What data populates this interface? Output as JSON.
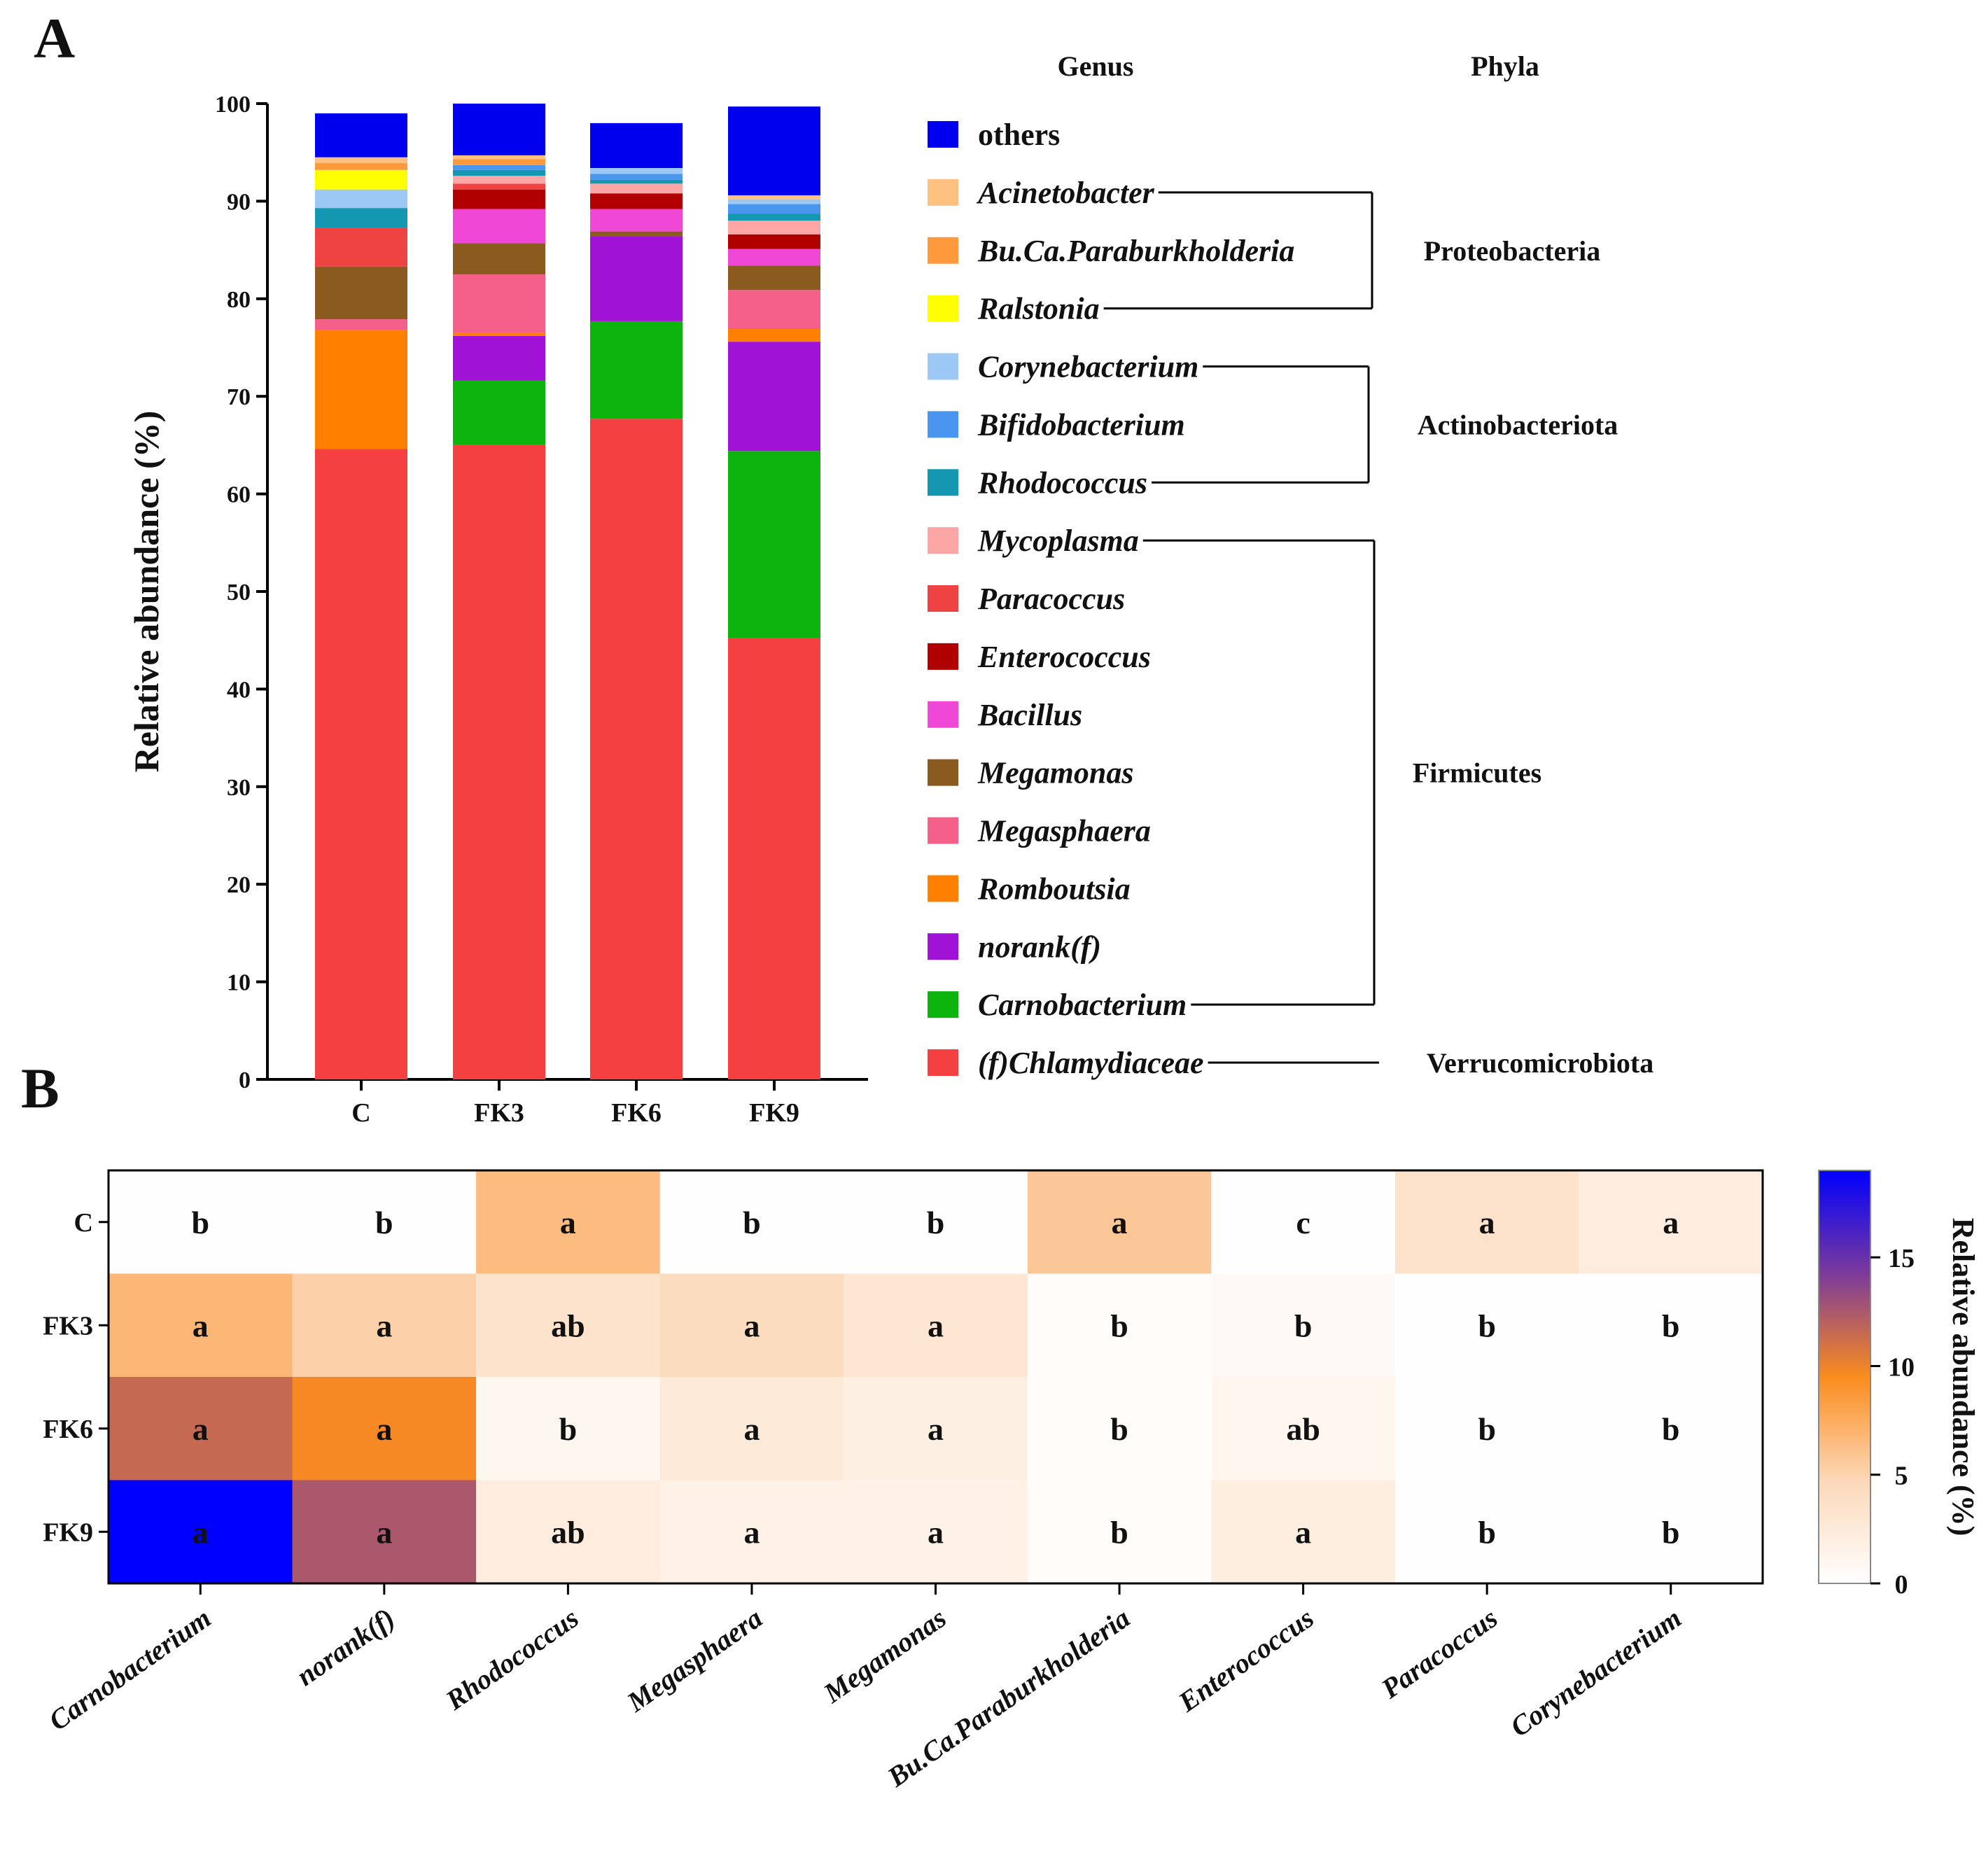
{
  "panels": {
    "a_label": "A",
    "b_label": "B"
  },
  "chart_data": [
    {
      "type": "bar",
      "stacked": true,
      "ylabel": "Relative abundance (%)",
      "ylim": [
        0,
        100
      ],
      "yticks": [
        0,
        10,
        20,
        30,
        40,
        50,
        60,
        70,
        80,
        90,
        100
      ],
      "categories": [
        "C",
        "FK3",
        "FK6",
        "FK9"
      ],
      "legend_title": "Genus",
      "groups_title": "Phyla",
      "series": [
        {
          "name": "(f)Chlamydiaceae",
          "italic": true,
          "color": "#f44040",
          "values": [
            64.6,
            65.0,
            67.7,
            45.2
          ]
        },
        {
          "name": "Carnobacterium",
          "italic": true,
          "color": "#0eb40e",
          "values": [
            0.0,
            6.6,
            10.0,
            19.2
          ]
        },
        {
          "name": "norank(f)",
          "italic": true,
          "color": "#a012d6",
          "values": [
            0.0,
            4.6,
            8.7,
            11.2
          ]
        },
        {
          "name": "Romboutsia",
          "italic": true,
          "color": "#ff7f00",
          "values": [
            12.2,
            0.3,
            0.0,
            1.3
          ]
        },
        {
          "name": "Megasphaera",
          "italic": true,
          "color": "#f5608a",
          "values": [
            1.1,
            6.0,
            0.0,
            4.0
          ]
        },
        {
          "name": "Megamonas",
          "italic": true,
          "color": "#8b5a1e",
          "values": [
            5.4,
            3.2,
            0.5,
            2.5
          ]
        },
        {
          "name": "Bacillus",
          "italic": true,
          "color": "#f048d6",
          "values": [
            0.0,
            3.5,
            2.3,
            1.7
          ]
        },
        {
          "name": "Enterococcus",
          "italic": true,
          "color": "#b00000",
          "values": [
            0.0,
            2.0,
            1.6,
            1.5
          ]
        },
        {
          "name": "Paracoccus",
          "italic": true,
          "color": "#ef4343",
          "values": [
            4.0,
            0.6,
            0.0,
            0.0
          ]
        },
        {
          "name": "Mycoplasma",
          "italic": true,
          "color": "#fca6a6",
          "values": [
            0.0,
            0.8,
            1.0,
            1.4
          ]
        },
        {
          "name": "Rhodococcus",
          "italic": true,
          "color": "#1497b0",
          "values": [
            2.0,
            0.6,
            0.4,
            0.7
          ]
        },
        {
          "name": "Bifidobacterium",
          "italic": true,
          "color": "#4a96ee",
          "values": [
            0.0,
            0.5,
            0.6,
            1.0
          ]
        },
        {
          "name": "Corynebacterium",
          "italic": true,
          "color": "#9cc8f5",
          "values": [
            1.9,
            0.0,
            0.6,
            0.5
          ]
        },
        {
          "name": "Ralstonia",
          "italic": true,
          "color": "#ffff00",
          "values": [
            2.0,
            0.0,
            0.0,
            0.0
          ]
        },
        {
          "name": "Bu.Ca.Paraburkholderia",
          "italic": true,
          "color": "#ff9a3c",
          "values": [
            0.7,
            0.6,
            0.0,
            0.0
          ]
        },
        {
          "name": "Acinetobacter",
          "italic": true,
          "color": "#ffc080",
          "values": [
            0.6,
            0.4,
            0.0,
            0.4
          ]
        },
        {
          "name": "others",
          "italic": false,
          "color": "#0000ee",
          "values": [
            4.5,
            5.3,
            4.6,
            9.1
          ]
        }
      ],
      "legend_order": [
        "others",
        "Acinetobacter",
        "Bu.Ca.Paraburkholderia",
        "Ralstonia",
        "Corynebacterium",
        "Bifidobacterium",
        "Rhodococcus",
        "Mycoplasma",
        "Paracoccus",
        "Enterococcus",
        "Bacillus",
        "Megamonas",
        "Megasphaera",
        "Romboutsia",
        "norank(f)",
        "Carnobacterium",
        "(f)Chlamydiaceae"
      ],
      "phyla": [
        {
          "name": "Proteobacteria",
          "members": [
            "Acinetobacter",
            "Bu.Ca.Paraburkholderia",
            "Ralstonia"
          ]
        },
        {
          "name": "Actinobacteriota",
          "members": [
            "Corynebacterium",
            "Bifidobacterium",
            "Rhodococcus"
          ]
        },
        {
          "name": "Firmicutes",
          "members": [
            "Mycoplasma",
            "Paracoccus",
            "Enterococcus",
            "Bacillus",
            "Megamonas",
            "Megasphaera",
            "Romboutsia",
            "norank(f)",
            "Carnobacterium"
          ]
        },
        {
          "name": "Verrucomicrobiota",
          "members": [
            "(f)Chlamydiaceae"
          ]
        }
      ]
    },
    {
      "type": "heatmap",
      "rows": [
        "C",
        "FK3",
        "FK6",
        "FK9"
      ],
      "columns": [
        "Carnobacterium",
        "norank(f)",
        "Rhodococcus",
        "Megasphaera",
        "Megamonas",
        "Bu.Ca.Paraburkholderia",
        "Enterococcus",
        "Paracoccus",
        "Corynebacterium"
      ],
      "values": [
        [
          0.1,
          0.1,
          6.5,
          0.1,
          0.1,
          5.8,
          0.1,
          3.5,
          2.2
        ],
        [
          6.8,
          5.2,
          3.4,
          4.3,
          3.0,
          0.4,
          0.7,
          0.1,
          0.1
        ],
        [
          11.5,
          9.7,
          1.0,
          2.6,
          1.9,
          0.4,
          1.1,
          0.1,
          0.1
        ],
        [
          19.0,
          12.5,
          2.2,
          1.6,
          1.7,
          0.4,
          2.1,
          0.1,
          0.1
        ]
      ],
      "letters": [
        [
          "b",
          "b",
          "a",
          "b",
          "b",
          "a",
          "c",
          "a",
          "a"
        ],
        [
          "a",
          "a",
          "ab",
          "a",
          "a",
          "b",
          "b",
          "b",
          "b"
        ],
        [
          "a",
          "a",
          "b",
          "a",
          "a",
          "b",
          "ab",
          "b",
          "b"
        ],
        [
          "a",
          "a",
          "ab",
          "a",
          "a",
          "b",
          "a",
          "b",
          "b"
        ]
      ],
      "colorbar": {
        "label": "Relative abundance (%)",
        "range": [
          0,
          19
        ],
        "ticks": [
          0,
          5,
          10,
          15
        ],
        "colors": [
          "#ffffff",
          "#fcd8b8",
          "#fb8c1e",
          "#7c3a9a",
          "#0000ff"
        ]
      }
    }
  ]
}
